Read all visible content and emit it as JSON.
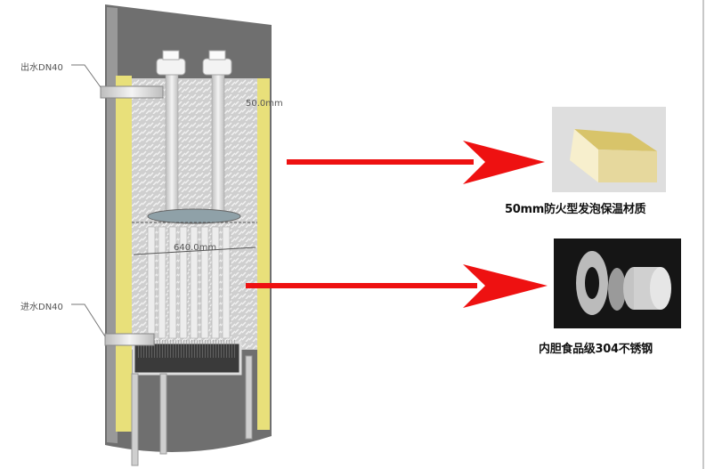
{
  "labels": {
    "outlet": "出水DN40",
    "inlet": "进水DN40",
    "insulation_thickness": "50.0mm",
    "inner_diameter": "640.0mm"
  },
  "callouts": [
    {
      "caption": "50mm防火型发泡保温材质",
      "image": "insulation-foam-block"
    },
    {
      "caption": "内胆食品级304不锈钢",
      "image": "stainless-steel-rings"
    }
  ],
  "colors": {
    "arrow": "#ee1111",
    "insulation": "#e8e07a",
    "shell": "#6f6f6f"
  }
}
